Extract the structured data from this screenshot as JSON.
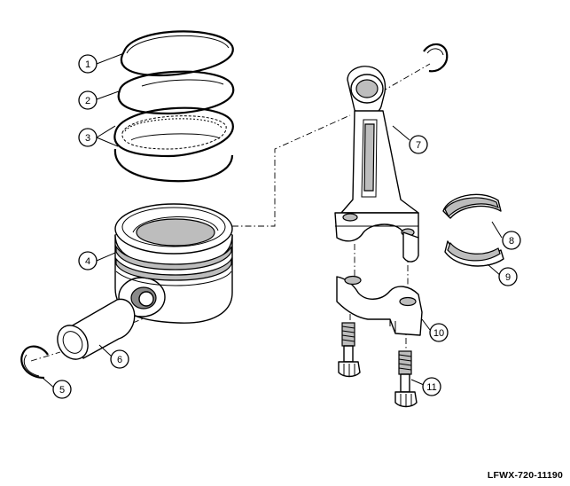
{
  "callouts": {
    "c1": "1",
    "c2": "2",
    "c3": "3",
    "c4": "4",
    "c5": "5",
    "c6": "6",
    "c7": "7",
    "c8": "8",
    "c9": "9",
    "c10": "10",
    "c11": "11"
  },
  "figure_code": "LFWX-720-11190"
}
